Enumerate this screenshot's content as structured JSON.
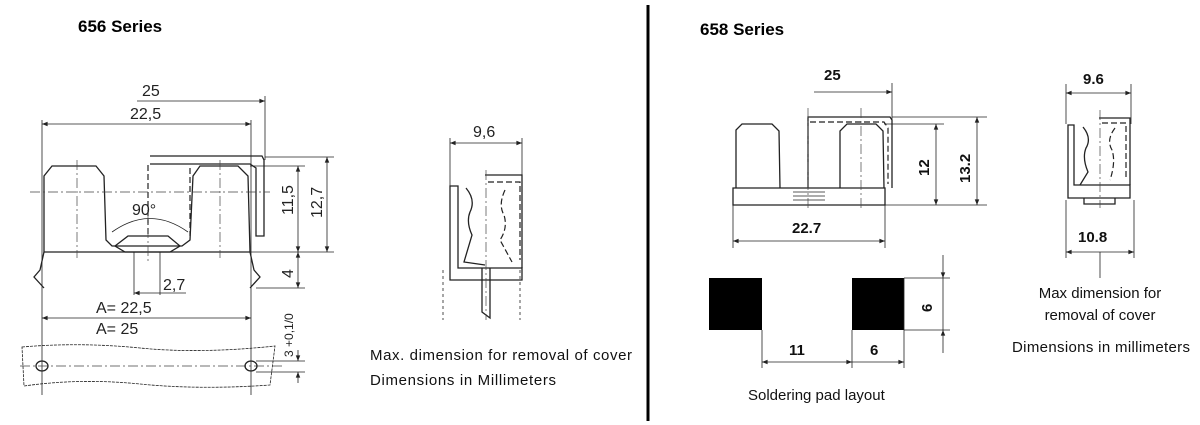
{
  "left": {
    "title": "656 Series",
    "front_view": {
      "dim_overall": "25",
      "dim_inner": "22,5",
      "angle": "90°",
      "hole_dia": "2,7",
      "height_a": "11,5",
      "height_b": "12,7",
      "pin_length": "4",
      "pitch_a": "A= 22,5",
      "pitch_b": "A=  25",
      "hole_tolerance": "3 +0,1/0"
    },
    "side_view": {
      "width": "9,6"
    },
    "caption_line1": "Max. dimension for removal of cover",
    "caption_line2": "Dimensions in Millimeters"
  },
  "right": {
    "title": "658 Series",
    "front_view": {
      "dim_top": "25",
      "dim_bottom": "22.7",
      "height_a": "12",
      "height_b": "13.2"
    },
    "side_view": {
      "width_top": "9.6",
      "width_bottom": "10.8",
      "caption_line1": "Max dimension for",
      "caption_line2": "removal of cover",
      "caption_line3": "Dimensions in millimeters"
    },
    "pad_layout": {
      "pad_height": "6",
      "spacing": "11",
      "pad_width": "6",
      "caption": "Soldering pad layout"
    }
  }
}
